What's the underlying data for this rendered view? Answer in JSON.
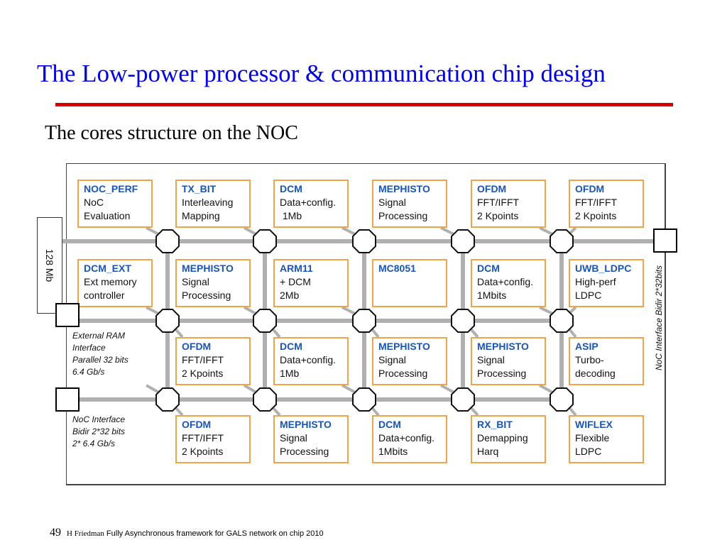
{
  "slide": {
    "title": "The Low-power processor & communication chip design",
    "subtitle": "The cores structure on the NOC",
    "page_number": "49",
    "footer_author": "H Friedman",
    "footer_text": " Fully Asynchronous framework for GALS network on chip 2010"
  },
  "colors": {
    "title": "#0000e0",
    "rule": "#d40000",
    "core_border": "#f0a44a",
    "core_name": "#1a55b0",
    "bus": "#b0b0b0"
  },
  "memory": {
    "label": "128 Mb"
  },
  "notes": {
    "external_ram": "External RAM\nInterface\nParallel 32 bits\n6.4 Gb/s",
    "noc_interface_left": "NoC Interface\nBidir 2*32 bits\n2* 6.4 Gb/s",
    "noc_interface_right": "NoC Interface Bidir 2*32bits"
  },
  "cores": [
    [
      {
        "name": "NOC_PERF",
        "lines": [
          "NoC",
          "Evaluation"
        ]
      },
      {
        "name": "TX_BIT",
        "lines": [
          "Interleaving",
          "Mapping"
        ]
      },
      {
        "name": "DCM",
        "lines": [
          "Data+config.",
          " 1Mb"
        ]
      },
      {
        "name": "MEPHISTO",
        "lines": [
          "Signal",
          "Processing"
        ]
      },
      {
        "name": "OFDM",
        "lines": [
          "FFT/IFFT",
          "2 Kpoints"
        ]
      },
      {
        "name": "OFDM",
        "lines": [
          "FFT/IFFT",
          "2 Kpoints"
        ]
      }
    ],
    [
      {
        "name": "DCM_EXT",
        "lines": [
          "Ext memory",
          "controller"
        ]
      },
      {
        "name": "MEPHISTO",
        "lines": [
          "Signal",
          "Processing"
        ]
      },
      {
        "name": "ARM11",
        "lines": [
          "+ DCM",
          "2Mb"
        ]
      },
      {
        "name": "MC8051",
        "lines": [
          "",
          ""
        ]
      },
      {
        "name": "DCM",
        "lines": [
          "Data+config.",
          "1Mbits"
        ]
      },
      {
        "name": "UWB_LDPC",
        "lines": [
          "High-perf",
          "LDPC"
        ]
      }
    ],
    [
      {
        "name": "OFDM",
        "lines": [
          "FFT/IFFT",
          "2 Kpoints"
        ]
      },
      {
        "name": "DCM",
        "lines": [
          "Data+config.",
          "1Mb"
        ]
      },
      {
        "name": "MEPHISTO",
        "lines": [
          "Signal",
          "Processing"
        ]
      },
      {
        "name": "MEPHISTO",
        "lines": [
          "Signal",
          "Processing"
        ]
      },
      {
        "name": "ASIP",
        "lines": [
          "Turbo-",
          "decoding"
        ]
      }
    ],
    [
      {
        "name": "OFDM",
        "lines": [
          "FFT/IFFT",
          "2 Kpoints"
        ]
      },
      {
        "name": "MEPHISTO",
        "lines": [
          "Signal",
          "Processing"
        ]
      },
      {
        "name": "DCM",
        "lines": [
          "Data+config.",
          "1Mbits"
        ]
      },
      {
        "name": "RX_BIT",
        "lines": [
          "Demapping",
          "Harq"
        ]
      },
      {
        "name": "WIFLEX",
        "lines": [
          "Flexible",
          "LDPC"
        ]
      }
    ]
  ]
}
